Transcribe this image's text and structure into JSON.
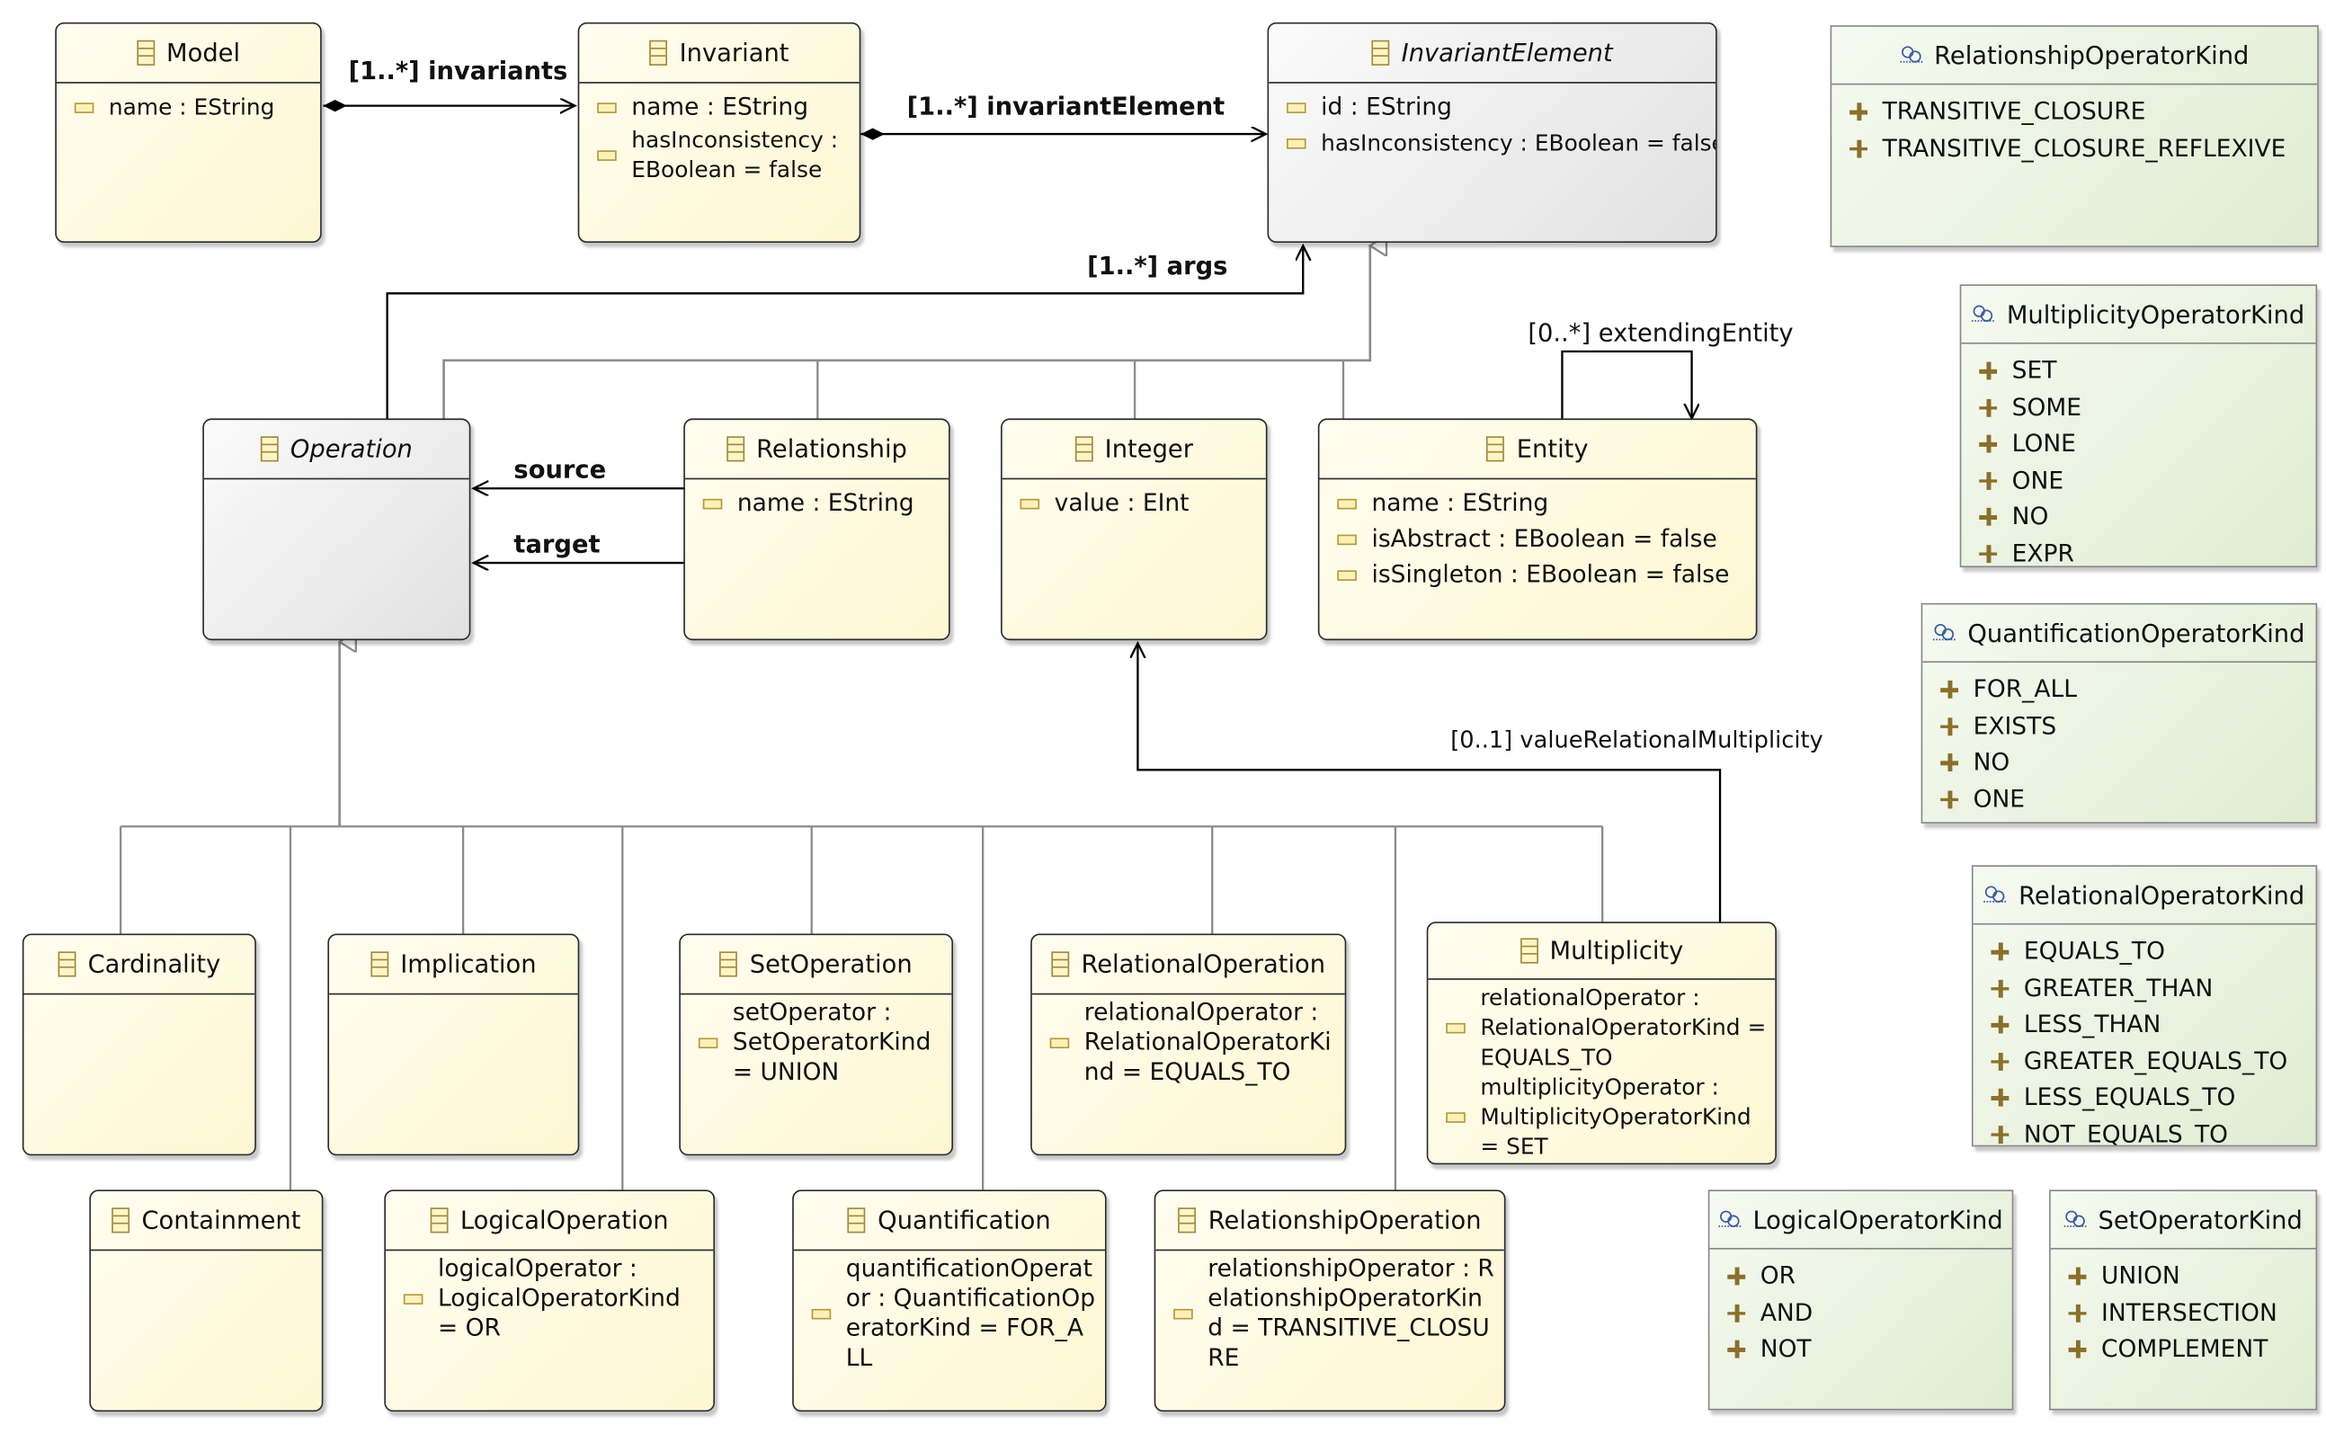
{
  "classes": {
    "model": {
      "name": "Model",
      "attrs": [
        "name : EString"
      ]
    },
    "invariant": {
      "name": "Invariant",
      "attrs": [
        "name : EString",
        "hasInconsistency : EBoolean = false"
      ]
    },
    "invariant_element": {
      "name": "InvariantElement",
      "attrs": [
        "id : EString",
        "hasInconsistency : EBoolean = false"
      ]
    },
    "operation": {
      "name": "Operation"
    },
    "relationship": {
      "name": "Relationship",
      "attrs": [
        "name : EString"
      ]
    },
    "integer": {
      "name": "Integer",
      "attrs": [
        "value : EInt"
      ]
    },
    "entity": {
      "name": "Entity",
      "attrs": [
        "name : EString",
        "isAbstract : EBoolean = false",
        "isSingleton : EBoolean = false"
      ]
    },
    "cardinality": {
      "name": "Cardinality"
    },
    "implication": {
      "name": "Implication"
    },
    "set_operation": {
      "name": "SetOperation",
      "attrs": [
        "setOperator : SetOperatorKind = UNION"
      ]
    },
    "relational_operation": {
      "name": "RelationalOperation",
      "attrs": [
        "relationalOperator : RelationalOperatorKind = EQUALS_TO"
      ]
    },
    "multiplicity": {
      "name": "Multiplicity",
      "attrs": [
        "relationalOperator : RelationalOperatorKind = EQUALS_TO",
        "multiplicityOperator : MultiplicityOperatorKind = SET"
      ]
    },
    "containment": {
      "name": "Containment"
    },
    "logical_operation": {
      "name": "LogicalOperation",
      "attrs": [
        "logicalOperator : LogicalOperatorKind = OR"
      ]
    },
    "quantification": {
      "name": "Quantification",
      "attrs": [
        "quantificationOperator : QuantificationOperatorKind = FOR_ALL"
      ]
    },
    "relationship_operation": {
      "name": "RelationshipOperation",
      "attrs": [
        "relationshipOperator : RelationshipOperatorKind = TRANSITIVE_CLOSURE"
      ]
    }
  },
  "enums": {
    "relationship_operator_kind": {
      "name": "RelationshipOperatorKind",
      "literals": [
        "TRANSITIVE_CLOSURE",
        "TRANSITIVE_CLOSURE_REFLEXIVE"
      ]
    },
    "multiplicity_operator_kind": {
      "name": "MultiplicityOperatorKind",
      "literals": [
        "SET",
        "SOME",
        "LONE",
        "ONE",
        "NO",
        "EXPR"
      ]
    },
    "quantification_operator_kind": {
      "name": "QuantificationOperatorKind",
      "literals": [
        "FOR_ALL",
        "EXISTS",
        "NO",
        "ONE"
      ]
    },
    "relational_operator_kind": {
      "name": "RelationalOperatorKind",
      "literals": [
        "EQUALS_TO",
        "GREATER_THAN",
        "LESS_THAN",
        "GREATER_EQUALS_TO",
        "LESS_EQUALS_TO",
        "NOT_EQUALS_TO"
      ]
    },
    "logical_operator_kind": {
      "name": "LogicalOperatorKind",
      "literals": [
        "OR",
        "AND",
        "NOT"
      ]
    },
    "set_operator_kind": {
      "name": "SetOperatorKind",
      "literals": [
        "UNION",
        "INTERSECTION",
        "COMPLEMENT"
      ]
    }
  },
  "references": {
    "invariants": "[1..*] invariants",
    "invariant_element": "[1..*] invariantElement",
    "args": "[1..*] args",
    "extending_entity": "[0..*] extendingEntity",
    "source": "source",
    "target": "target",
    "value_relational_multiplicity": "[0..1] valueRelationalMultiplicity"
  },
  "colors": {
    "class_fill": "#fdf7d2",
    "abstract_fill": "#e1e1e1",
    "enum_fill": "#dfecd2",
    "line": "#000000",
    "inheritance_line": "#8c8c8c"
  }
}
